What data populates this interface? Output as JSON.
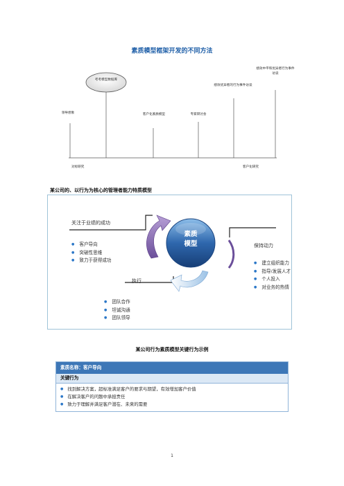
{
  "page_title": "素质模型框架开发的不同方法",
  "diagram1": {
    "bubble": "考考模型数据库",
    "labels": {
      "leader_interview": "领导想象",
      "customer_discuss": "客户化素质模型",
      "expert_discuss": "专家研讨会",
      "excellent_perf": "绩效优异者的行为事件访谈",
      "mid_high_perf": "绩效中平和优异者行为事件访谈"
    },
    "axis_left": "对标研究",
    "axis_right": "客户化研究"
  },
  "section_heading": "某公司的、以行为为核心的管理者能力特质模型",
  "model": {
    "center_line1": "素质",
    "center_line2": "模型",
    "top_label": "关注于业绩的成功",
    "left_items": [
      "客户导向",
      "突破性思维",
      "致力于获得成功"
    ],
    "right_label": "保持动力",
    "right_items": [
      "建立组织能力",
      "指导/发展人才",
      "个人投入",
      "对业务的热情"
    ],
    "bottom_label": "执行",
    "bottom_items": [
      "团队合作",
      "坦诚沟通",
      "团队领导"
    ]
  },
  "table_title": "某公司行为素质模型关键行为示例",
  "table": {
    "header": "素质名称：客户导向",
    "subheader": "关键行为",
    "rows": [
      "找到解决方案，超标准满足客户的要求与期望，有效增加客户价值",
      "在解决客户的问题中承担责任",
      "致力于理解并满足客户潜在、未来的需要"
    ]
  },
  "page_number": "1"
}
